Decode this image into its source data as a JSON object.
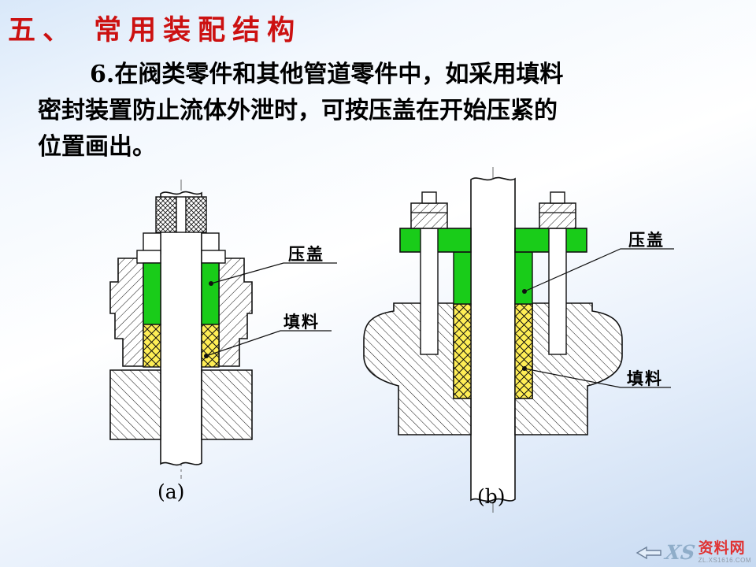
{
  "slide": {
    "title": "五、 常用装配结构",
    "body_lines": [
      "6.在阀类零件和其他管道零件中，如采用填料",
      "密封装置防止流体外泄时，可按压盖在开始压紧的",
      "位置画出。"
    ]
  },
  "figure_a": {
    "caption": "(a)",
    "label_gland": "压盖",
    "label_packing": "填料"
  },
  "figure_b": {
    "caption": "(b)",
    "label_gland": "压盖",
    "label_packing": "填料"
  },
  "watermark": {
    "logo": "XS",
    "brand": "资料网",
    "url": "ZL.XS1616.COM",
    "back_icon": "left-arrow"
  },
  "colors": {
    "title_red": "#cc1111",
    "gland_green": "#19cc19",
    "packing_yellow": "#ffee55",
    "brand_red": "#e03333"
  }
}
